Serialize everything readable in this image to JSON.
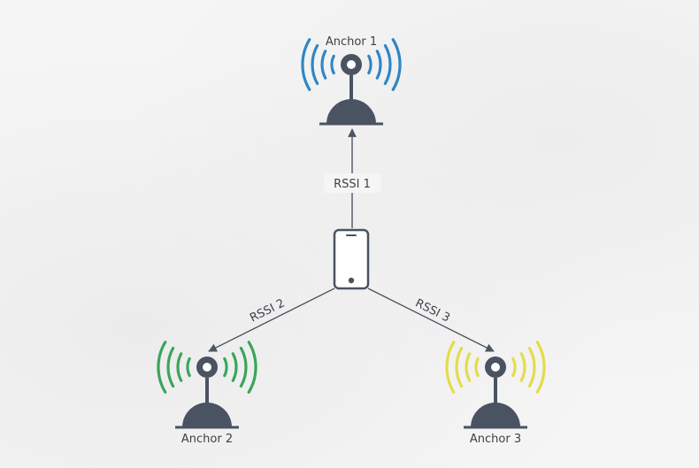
{
  "anchors": [
    {
      "label": "Anchor 1",
      "wave_color": "#2f86c4"
    },
    {
      "label": "Anchor 2",
      "wave_color": "#3aa55a"
    },
    {
      "label": "Anchor 3",
      "wave_color": "#e4dc4a"
    }
  ],
  "links": [
    {
      "label": "RSSI 1"
    },
    {
      "label": "RSSI 2"
    },
    {
      "label": "RSSI 3"
    }
  ],
  "device_icon": "smartphone-icon",
  "anchor_icon": "antenna-beacon-icon",
  "colors": {
    "ink": "#4a5361",
    "line": "#4f5663"
  }
}
